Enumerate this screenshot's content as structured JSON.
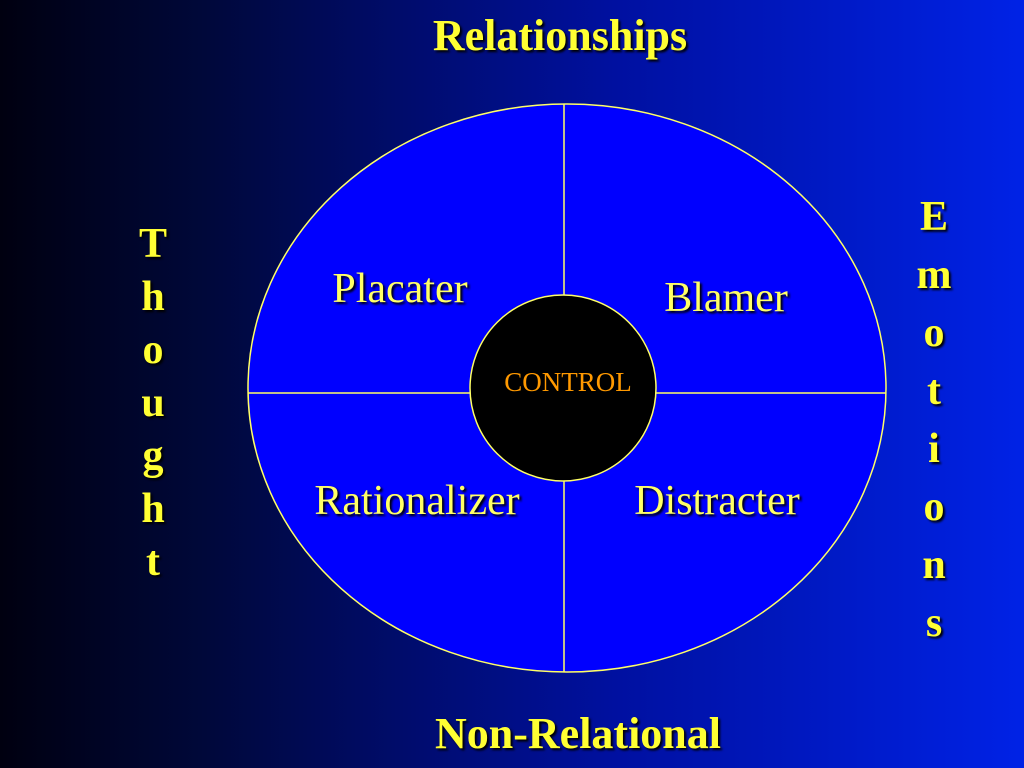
{
  "header": {
    "title": "Relationships"
  },
  "footer": {
    "title": "Non-Relational"
  },
  "left_axis": {
    "label": "Thought"
  },
  "right_axis": {
    "label": "Emotions"
  },
  "quadrants": {
    "top_left": "Placater",
    "top_right": "Blamer",
    "bottom_left": "Rationalizer",
    "bottom_right": "Distracter"
  },
  "center": {
    "label": "CONTROL"
  },
  "colors": {
    "text_accent": "#ffff33",
    "ellipse_fill": "#0000ff",
    "line_color": "#ffff66",
    "center_fill": "#000000",
    "center_text": "#ff9900"
  }
}
